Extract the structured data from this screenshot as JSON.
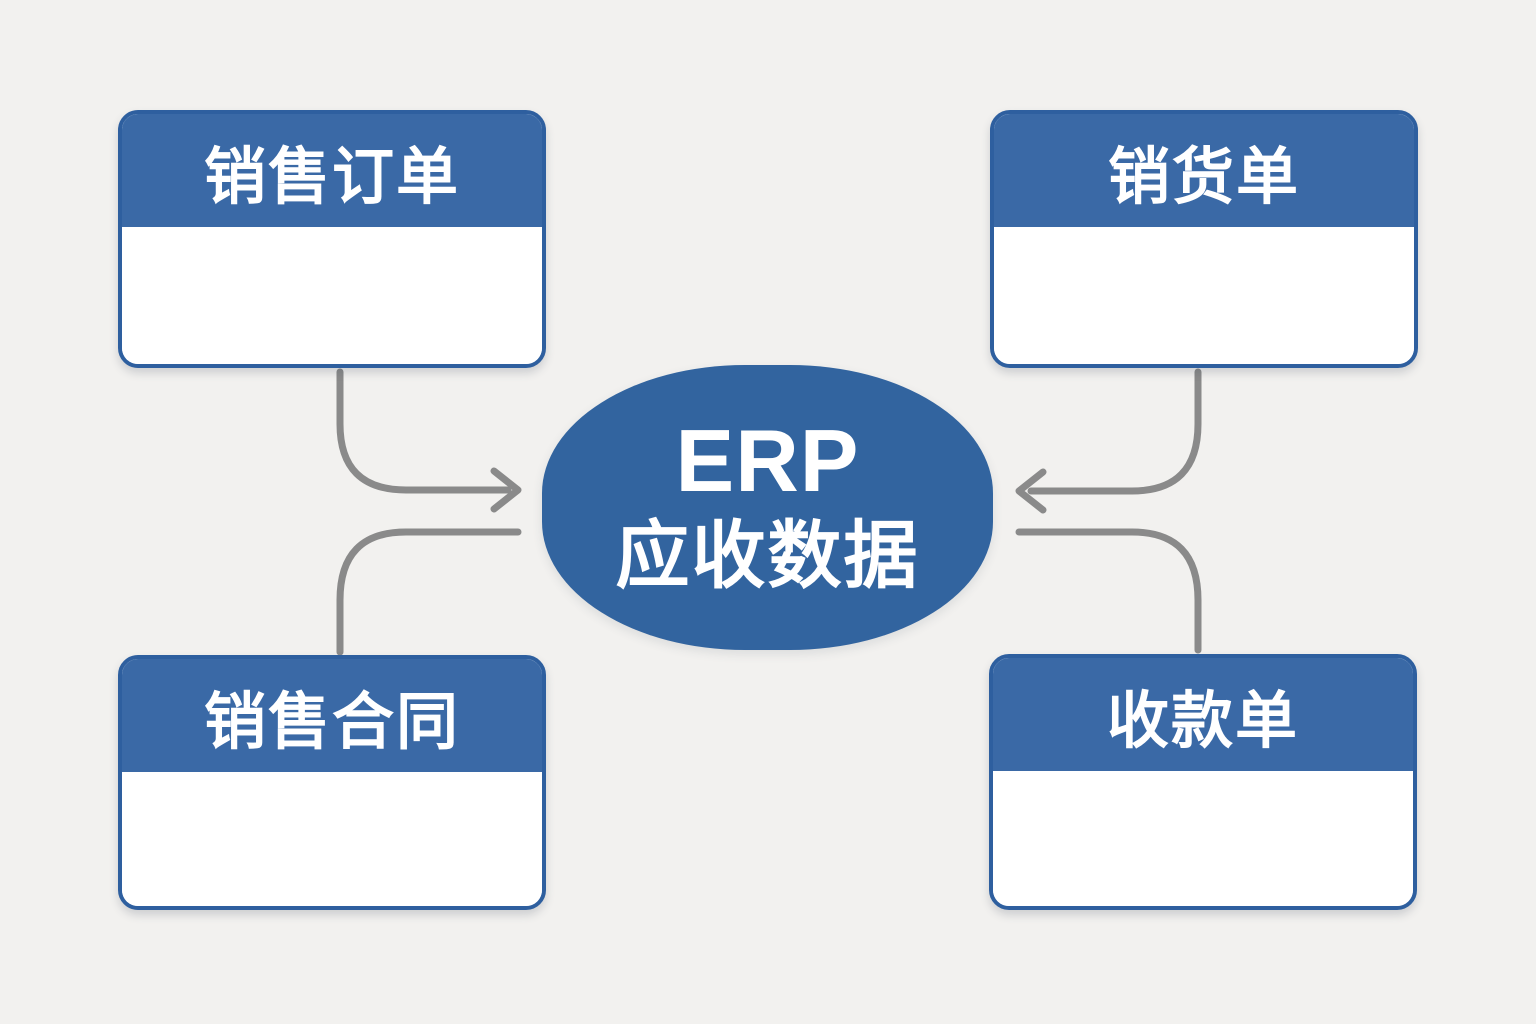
{
  "diagram": {
    "center_node": {
      "line1": "ERP",
      "line2": "应收数据"
    },
    "nodes": [
      {
        "id": "sales-order",
        "label": "销售订单",
        "position": "top-left"
      },
      {
        "id": "sales-invoice",
        "label": "销货单",
        "position": "top-right"
      },
      {
        "id": "sales-contract",
        "label": "销售合同",
        "position": "bottom-left"
      },
      {
        "id": "receipt",
        "label": "收款单",
        "position": "bottom-right"
      }
    ],
    "connectors": [
      {
        "from": "sales-order",
        "to": "center",
        "arrowhead": true
      },
      {
        "from": "sales-contract",
        "to": "center",
        "arrowhead": false
      },
      {
        "from": "sales-invoice",
        "to": "center",
        "arrowhead": true
      },
      {
        "from": "receipt",
        "to": "center",
        "arrowhead": false
      }
    ],
    "colors": {
      "background": "#f2f1ef",
      "node_header": "#3a69a6",
      "node_border": "#2e5f9f",
      "node_body": "#ffffff",
      "center_fill": "#32649f",
      "text": "#ffffff",
      "connector": "#8a8a8a"
    }
  }
}
